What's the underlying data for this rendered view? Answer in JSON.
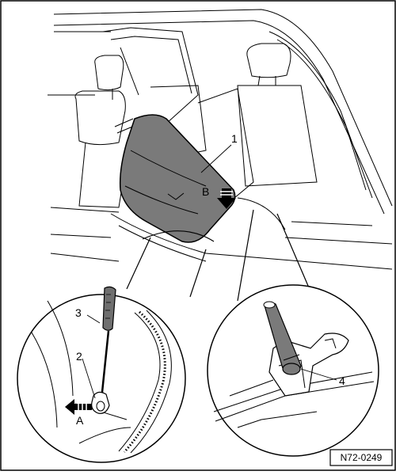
{
  "callouts": {
    "part_1": "1",
    "part_2": "2",
    "part_3": "3",
    "part_4": "4",
    "direction_a": "A",
    "direction_b": "B"
  },
  "reference_code": "N72-0249",
  "colors": {
    "line": "#000000",
    "backrest_fill": "#7a7a7a",
    "background": "#ffffff"
  },
  "icons": [
    "arrow-b-icon",
    "arrow-a-icon",
    "screwdriver-icon",
    "release-lever-icon",
    "pin-icon"
  ]
}
